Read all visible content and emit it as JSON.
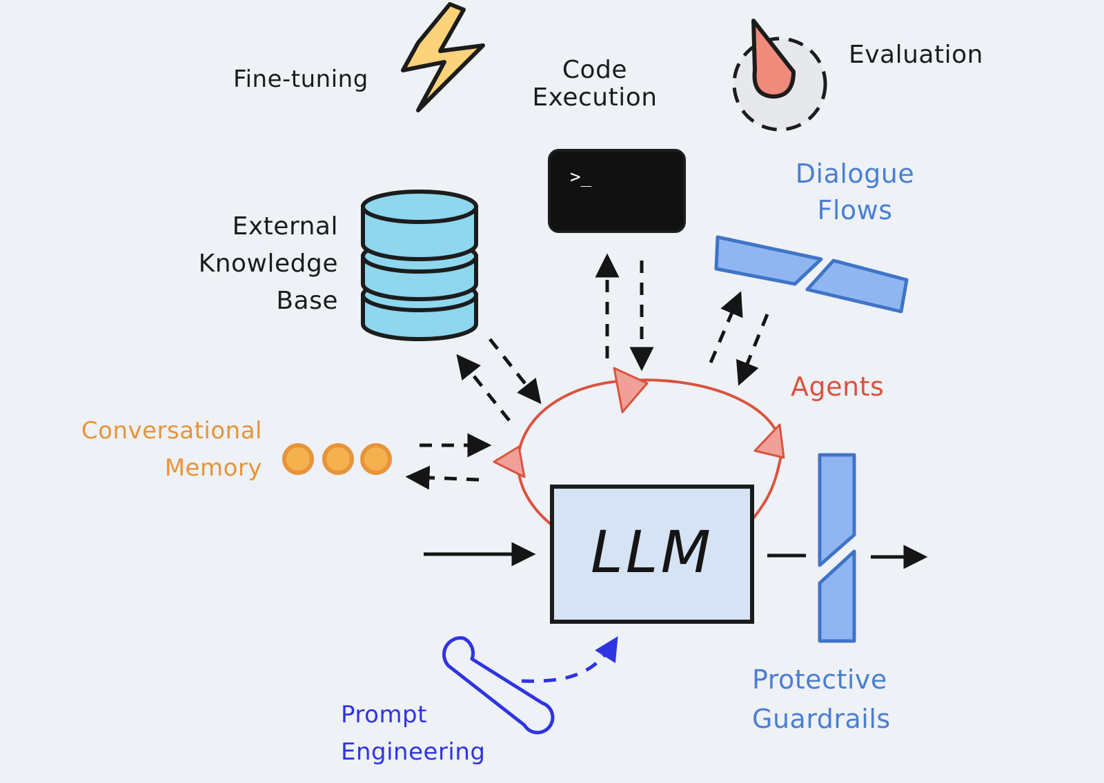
{
  "labels": {
    "fine_tuning": "Fine-tuning",
    "code_execution": [
      "Code",
      "Execution"
    ],
    "evaluation": "Evaluation",
    "external_knowledge_base": [
      "External",
      "Knowledge",
      "Base"
    ],
    "dialogue_flows": [
      "Dialogue",
      "Flows"
    ],
    "agents": "Agents",
    "conversational_memory": [
      "Conversational",
      "Memory"
    ],
    "llm": "LLM",
    "protective_guardrails": [
      "Protective",
      "Guardrails"
    ],
    "prompt_engineering": [
      "Prompt",
      "Engineering"
    ],
    "terminal_prompt": ">_"
  },
  "icons": {
    "fine_tuning": "lightning-bolt-icon",
    "code_execution": "terminal-icon",
    "evaluation": "gauge-icon",
    "knowledge_base": "database-icon",
    "dialogue_flows": "rail-segments-icon",
    "memory": "three-dots-icon",
    "guardrails": "barrier-icon",
    "prompt_engineering": "wrench-icon"
  },
  "colors": {
    "background": "#eef1f6",
    "dark": "#1c1c1c",
    "blue": "#4a7fd0",
    "agents_red": "#d9533f",
    "memory_orange": "#e7943a",
    "prompt_indigo": "#2f34e0",
    "lightning_yellow": "#fcd27a",
    "database_cyan": "#8ed7ee",
    "llm_box_fill": "#d6e3f5",
    "guard_fill": "#8fb6f0"
  }
}
